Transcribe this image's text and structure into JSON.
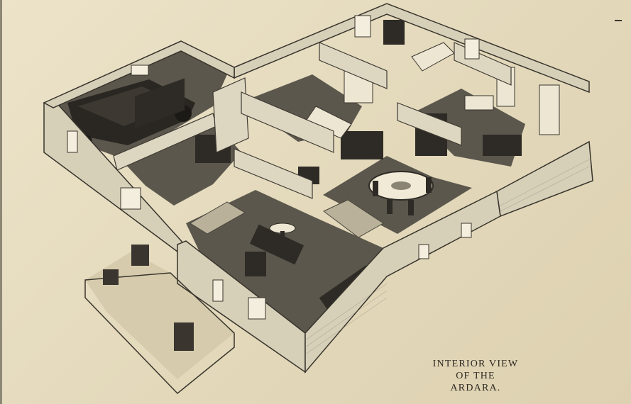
{
  "caption": {
    "line1": "INTERIOR VIEW",
    "line2": "OF THE",
    "line3": "ARDARA."
  },
  "colors": {
    "paper": "#e6dcc0",
    "ink": "#2f2a22",
    "wall": "#d8d2bc",
    "floor": "#5a564c",
    "furniture": "#2e2b26"
  }
}
